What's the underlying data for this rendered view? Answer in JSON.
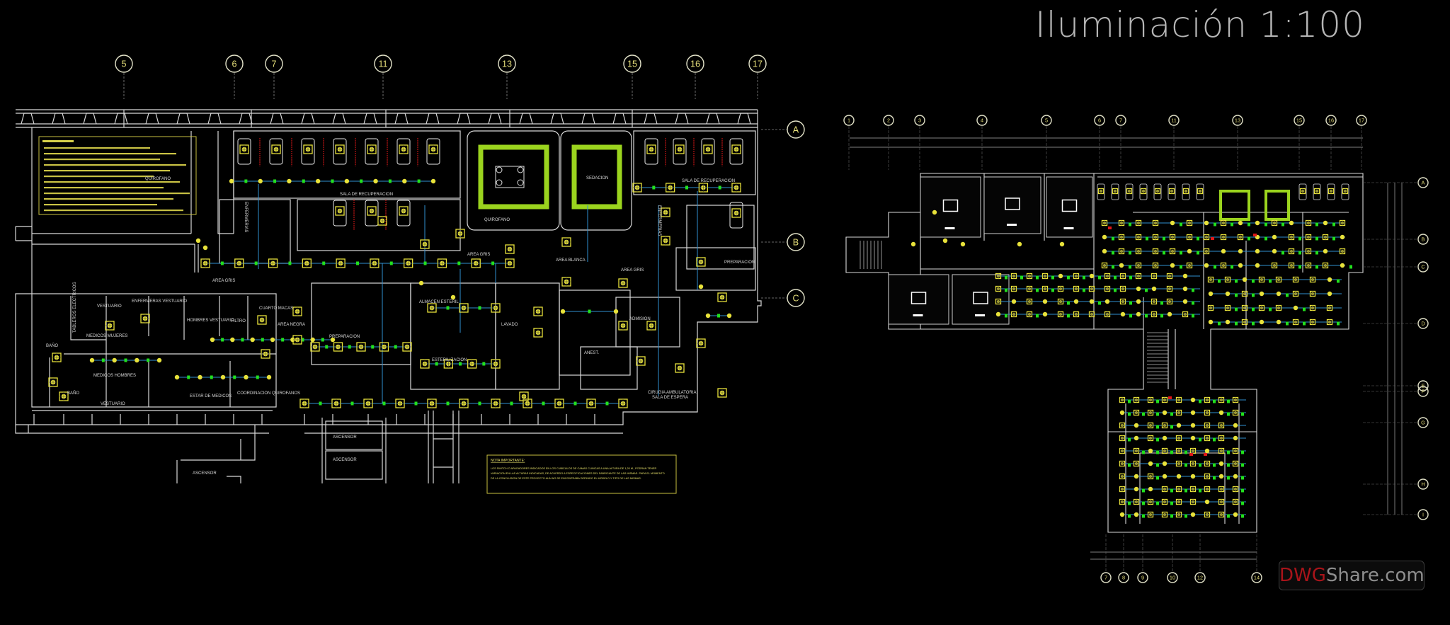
{
  "title": "Iluminación 1:100",
  "watermark": {
    "brand_red": "DWG",
    "brand_gray": "Share.com"
  },
  "colors": {
    "background": "#000000",
    "walls": "#d9d9d9",
    "fixtures": "#e8e23a",
    "switches": "#22e01e",
    "circuits": "#2f8fd0",
    "operating_lamp": "#9bd41e",
    "emergency": "#e01818"
  },
  "left_plan": {
    "grid_columns": [
      "5",
      "6",
      "7",
      "11",
      "13",
      "15",
      "16",
      "17"
    ],
    "grid_rows": [
      "A",
      "B",
      "C"
    ],
    "rooms": {
      "quirofano_1": "QUIROFANO",
      "sala_recuperacion_1": "SALA DE RECUPERACION",
      "enfermerias_1": "ENFERMERIAS",
      "quirofano_2": "QUIROFANO",
      "sedacion": "SEDACION",
      "sala_recuperacion_2": "SALA DE RECUPERACION",
      "enfermerias_2": "ENFERMERIAS",
      "area_gris_1": "AREA GRIS",
      "area_gris_2": "AREA GRIS",
      "area_blanca": "AREA BLANCA",
      "area_gris_3": "AREA GRIS",
      "preparacion_1": "PREPARACION",
      "tableros": "TABLEROS ELECTRICOS",
      "vestuario_1": "VESTUARIO",
      "enfermeras_vestuario": "ENFERMERAS VESTUARIO",
      "hombres_vestuario": "HOMBRES VESTUARIO",
      "medicos_mujeres": "MEDICOS MUJERES",
      "filtro": "FILTRO",
      "cuarto_macas": "CUARTO MACAS",
      "area_negra": "AREA NEGRA",
      "bano_1": "BAÑO",
      "medicos_hombres": "MEDICOS HOMBRES",
      "bano_2": "BAÑO",
      "vestuario_2": "VESTUARIO",
      "estar_medicos": "ESTAR DE MEDICOS",
      "coordinacion": "COORDINACION QUIROFANOS",
      "preparacion_2": "PREPARACION",
      "almacen_esteril": "ALMACEN ESTERIL",
      "lavado": "LAVADO",
      "esterilizacion": "ESTERILIZACION",
      "anest": "ANEST.",
      "admision": "ADMISION",
      "cirugia_ambulatoria": "CIRUGIA AMBULATORIA",
      "sala_espera": "SALA DE ESPERA",
      "ascensor_1": "ASCENSOR",
      "ascensor_2": "ASCENSOR",
      "ascensor_3": "ASCENSOR"
    },
    "note": {
      "heading": "NOTA IMPORTANTE:",
      "lines": [
        "LOS SWITCH O APAGADORES INDICADOS EN LOS CUBICULOS DE CAMAS CLINICAS A UNA ALTURA DE 1,20 M., PODRAN TENER",
        "VARIACION EN LAS ALTURAS INDICADAS, DE ACUERDO A ESPECIFICACIONES DEL FABRICANTE DE LAS MISMAS. PARA EL MOMENTO",
        "DE LA CONCLUSION DE ESTE PROYECTO AUN NO SE ENCONTRABA DEFINIDO EL MODELO Y TIPO DE LAS MISMAS."
      ]
    }
  },
  "right_plan": {
    "grid_columns_top": [
      "1",
      "2",
      "3",
      "4",
      "5",
      "6",
      "7",
      "11",
      "13",
      "15",
      "16",
      "17"
    ],
    "grid_rows": [
      "A",
      "B",
      "C",
      "D",
      "E",
      "F",
      "G",
      "H",
      "I"
    ],
    "grid_columns_bottom": [
      "7",
      "8",
      "9",
      "10",
      "12",
      "14"
    ]
  }
}
